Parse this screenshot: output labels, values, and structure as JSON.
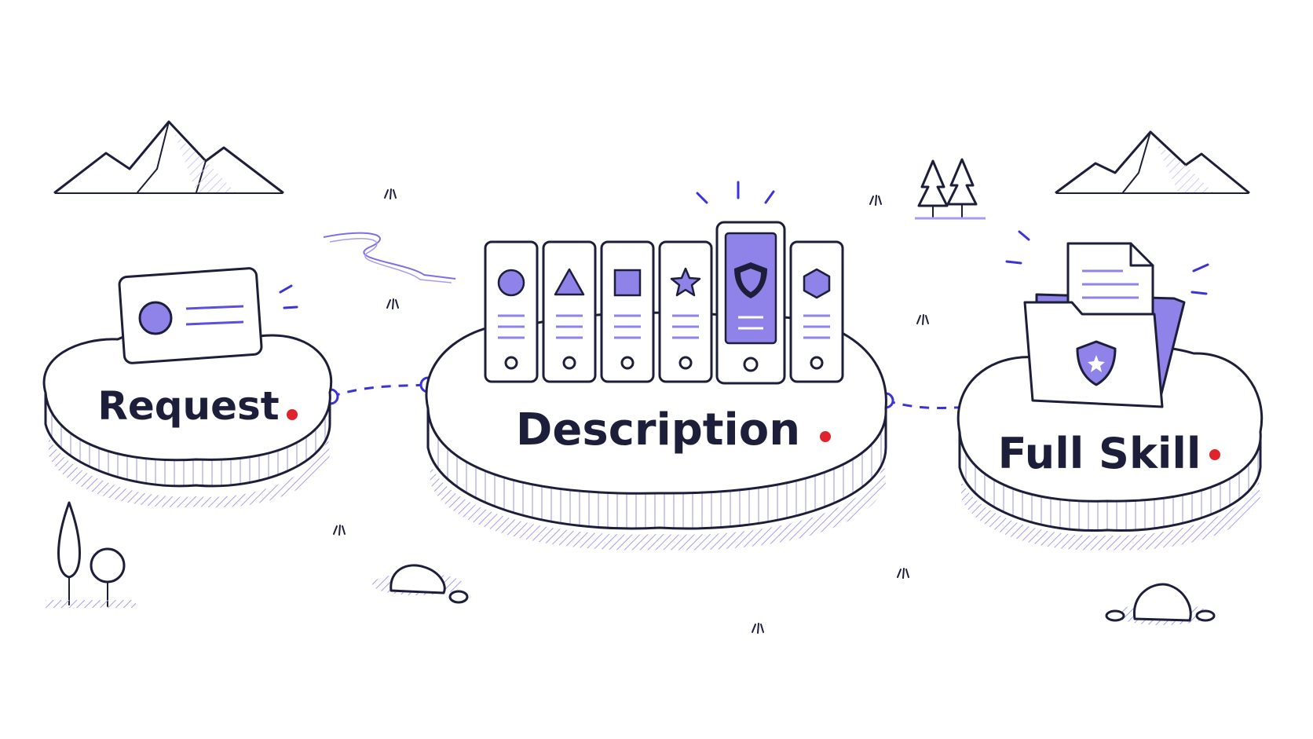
{
  "diagram": {
    "nodes": [
      {
        "id": "request",
        "label": "Request",
        "icon": "id-card-icon"
      },
      {
        "id": "description",
        "label": "Description",
        "icon": "binders-icon"
      },
      {
        "id": "full-skill",
        "label": "Full Skill",
        "icon": "folder-shield-icon"
      }
    ],
    "edges": [
      {
        "from": "request",
        "to": "description",
        "style": "dashed"
      },
      {
        "from": "description",
        "to": "full-skill",
        "style": "dashed"
      }
    ],
    "binder_symbols": [
      "circle",
      "triangle",
      "square",
      "star",
      "shield",
      "hexagon"
    ],
    "highlighted_binder": "shield"
  },
  "colors": {
    "ink": "#1d1f3a",
    "accent": "#8f82e8",
    "accent_dark": "#5b4fe0",
    "hatch": "#a79cf0",
    "marker": "#e0242b",
    "background": "#ffffff"
  }
}
